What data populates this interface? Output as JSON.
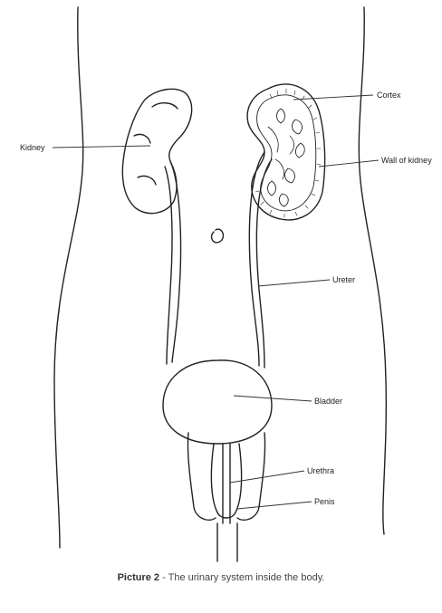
{
  "labels": {
    "kidney": "Kidney",
    "cortex": "Cortex",
    "wall_of_kidney": "Wall of kidney",
    "ureter": "Ureter",
    "bladder": "Bladder",
    "urethra": "Urethra",
    "penis": "Penis"
  },
  "caption": {
    "title": "Picture 2",
    "separator": " - ",
    "text": "The urinary system inside the body."
  }
}
